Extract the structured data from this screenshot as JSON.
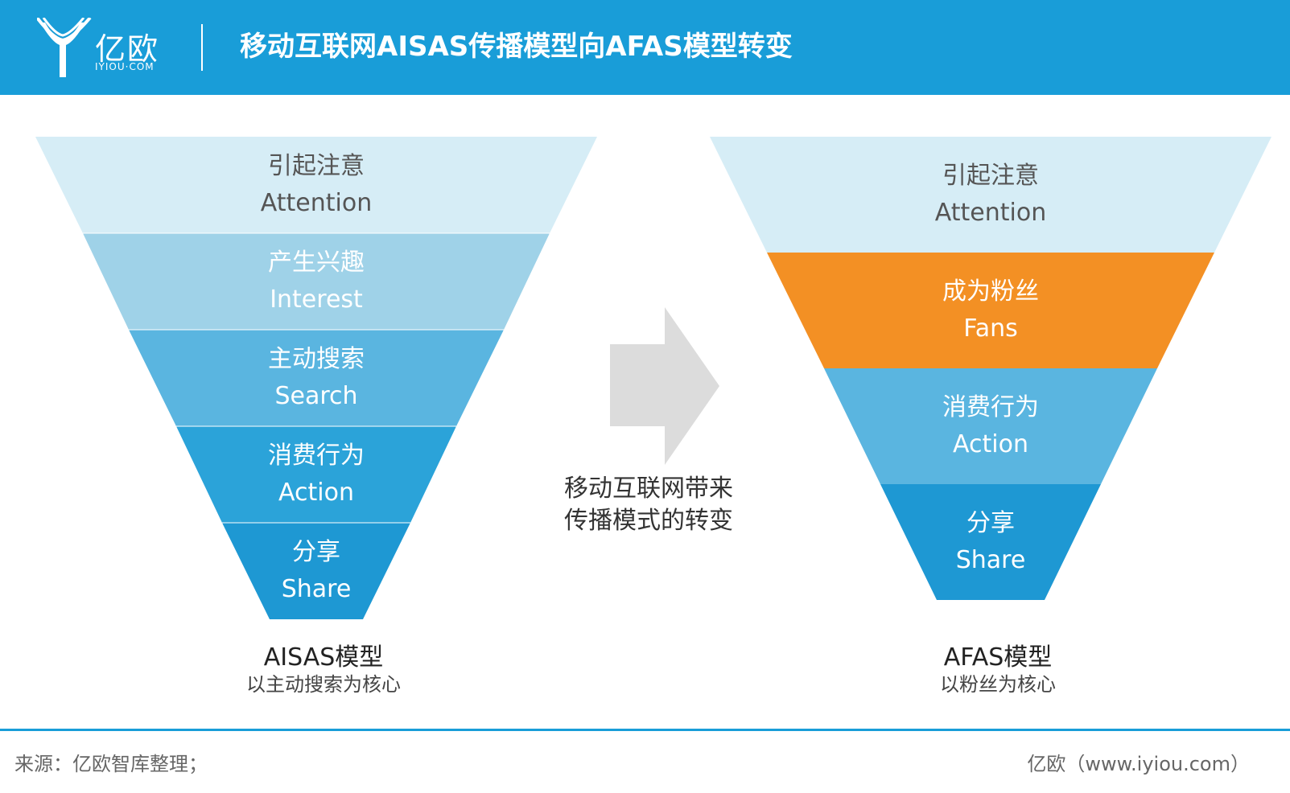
{
  "header": {
    "logo_cn": "亿欧",
    "logo_sub": "IYIOU·COM",
    "title": "移动互联网AISAS传播模型向AFAS模型转变"
  },
  "colors": {
    "header_bg": "#199dd8",
    "level1": "#d6edf6",
    "level2": "#9fd2e8",
    "level3": "#5ab5e0",
    "level4": "#2ba3d9",
    "level5": "#1e98d3",
    "highlight": "#f39024",
    "arrow": "#dcdcdc"
  },
  "left_funnel": {
    "segments": [
      {
        "cn": "引起注意",
        "en": "Attention"
      },
      {
        "cn": "产生兴趣",
        "en": "Interest"
      },
      {
        "cn": "主动搜索",
        "en": "Search"
      },
      {
        "cn": "消费行为",
        "en": "Action"
      },
      {
        "cn": "分享",
        "en": "Share"
      }
    ],
    "title": "AISAS模型",
    "subtitle": "以主动搜索为核心"
  },
  "right_funnel": {
    "segments": [
      {
        "cn": "引起注意",
        "en": "Attention"
      },
      {
        "cn": "成为粉丝",
        "en": "Fans"
      },
      {
        "cn": "消费行为",
        "en": "Action"
      },
      {
        "cn": "分享",
        "en": "Share"
      }
    ],
    "title": "AFAS模型",
    "subtitle": "以粉丝为核心"
  },
  "middle": {
    "line1": "移动互联网带来",
    "line2": "传播模式的转变"
  },
  "footer": {
    "source": "来源：亿欧智库整理；",
    "credit": "亿欧（www.iyiou.com）"
  }
}
